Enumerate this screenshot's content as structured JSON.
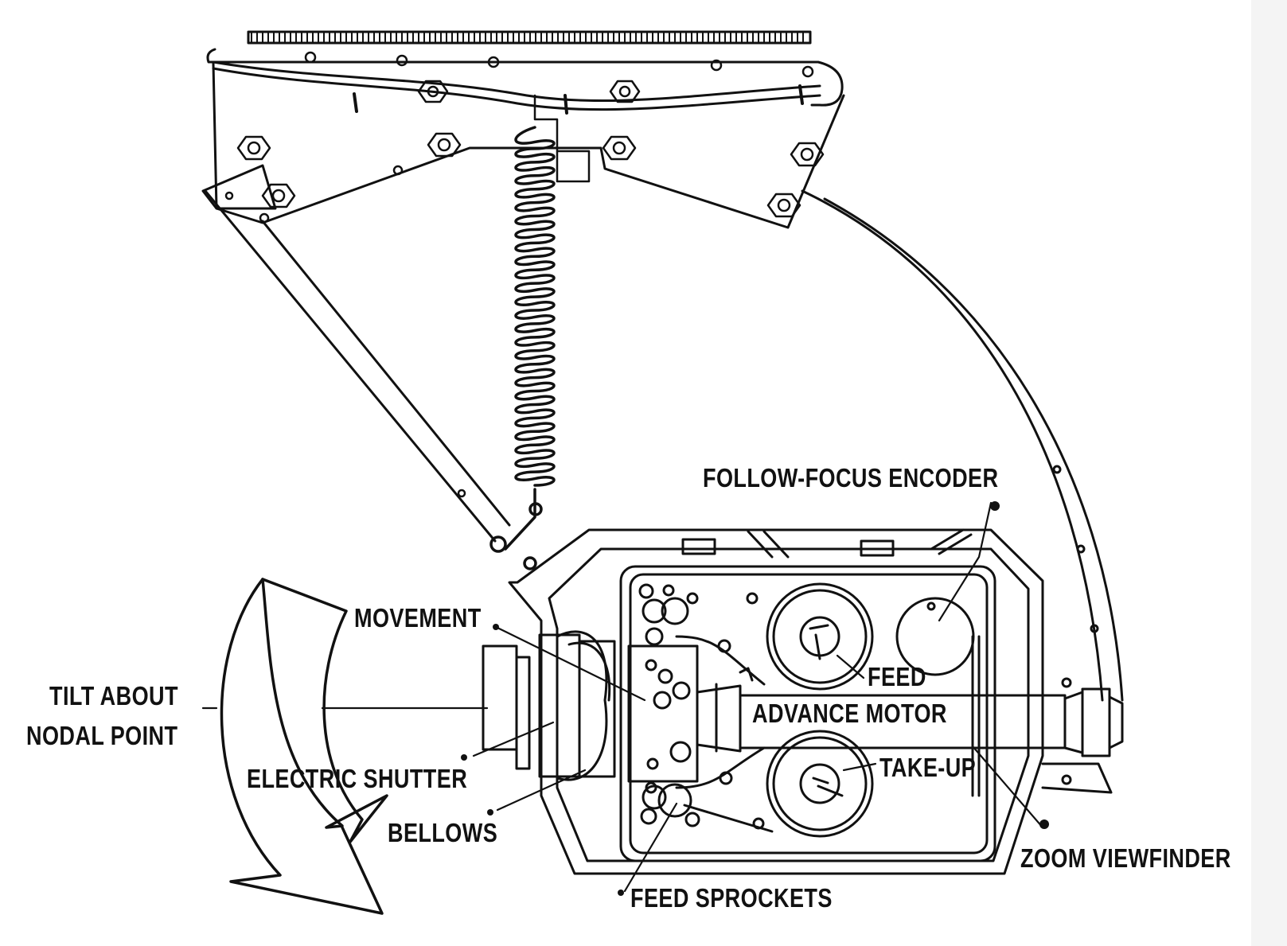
{
  "diagram": {
    "labels": {
      "follow_focus_encoder": "FOLLOW-FOCUS ENCODER",
      "movement": "MOVEMENT",
      "tilt_line1": "TILT ABOUT",
      "tilt_line2": "NODAL POINT",
      "electric_shutter": "ELECTRIC SHUTTER",
      "bellows": "BELLOWS",
      "feed": "FEED",
      "advance_motor": "ADVANCE MOTOR",
      "take_up": "TAKE-UP",
      "zoom_viewfinder": "ZOOM VIEWFINDER",
      "feed_sprockets": "FEED SPROCKETS"
    },
    "colors": {
      "ink": "#111111",
      "paper": "#ffffff"
    }
  }
}
